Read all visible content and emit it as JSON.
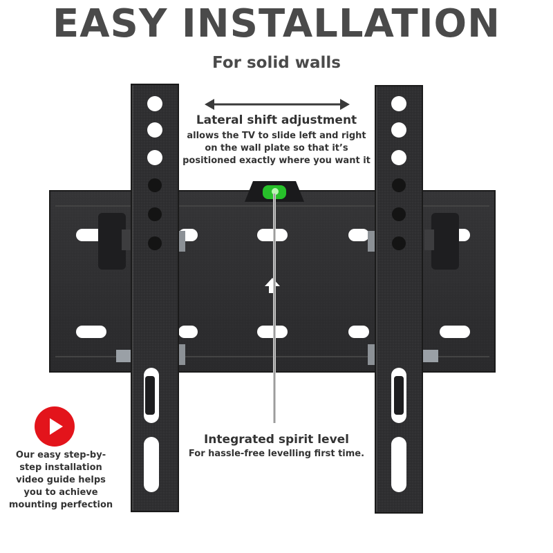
{
  "header": {
    "title": "EASY INSTALLATION",
    "subtitle": "For solid walls"
  },
  "callouts": {
    "lateral": {
      "heading": "Lateral shift adjustment",
      "line1": "allows the TV to slide left and right",
      "line2": "on the wall plate so that it’s",
      "line3": "positioned exactly where you want it"
    },
    "spirit_level": {
      "heading": "Integrated spirit level",
      "text": "For hassle-free levelling first time."
    },
    "video": {
      "icon": "play-icon",
      "line1": "Our easy step-by-",
      "line2": "step installation",
      "line3": "video guide helps",
      "line4": "you to achieve",
      "line5": "mounting perfection"
    }
  },
  "colors": {
    "metal": "#2f2f31",
    "metal_dark": "#1c1c1e",
    "play_red": "#e3141b",
    "level_green": "#27c02a"
  }
}
